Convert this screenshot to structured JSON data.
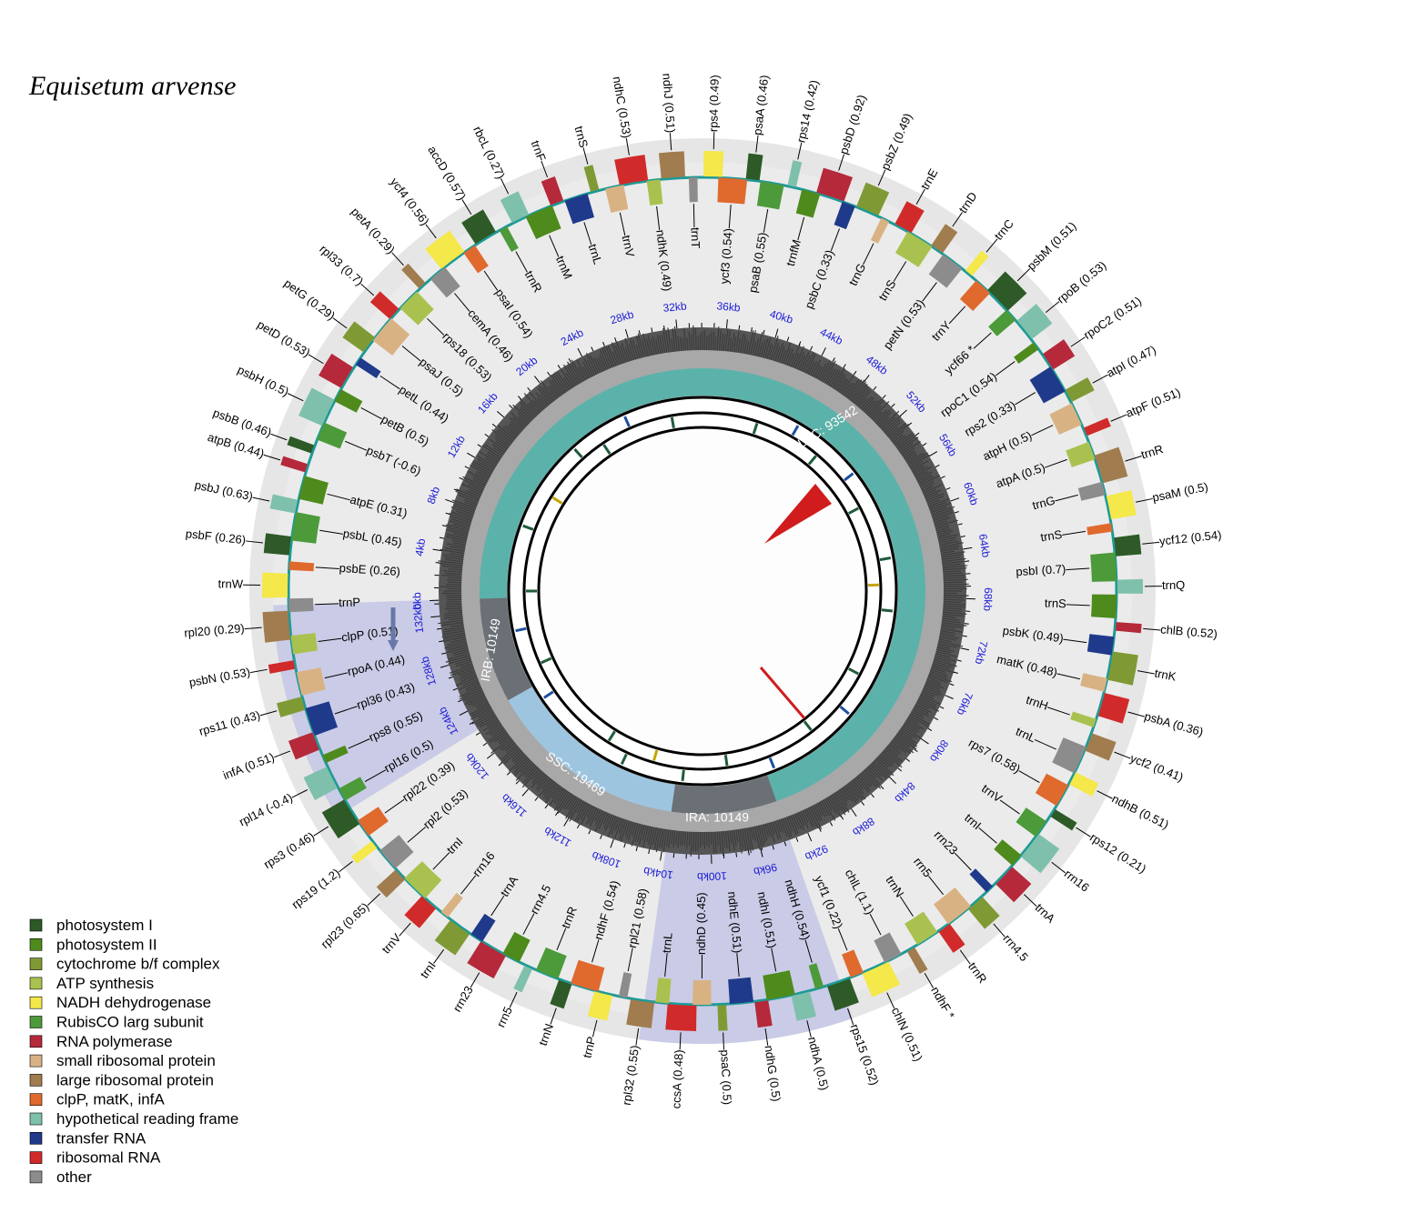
{
  "title": "Equisetum arvense",
  "regions": [
    {
      "label": "LSC: 93542"
    },
    {
      "label": "IRB: 10149"
    },
    {
      "label": "SSC: 19469"
    },
    {
      "label": "IRA: 10149"
    }
  ],
  "scale_ticks": [
    "4kb",
    "8kb",
    "12kb",
    "16kb",
    "20kb",
    "24kb",
    "28kb",
    "32kb",
    "36kb",
    "40kb",
    "44kb",
    "48kb",
    "52kb",
    "56kb",
    "60kb",
    "64kb",
    "68kb",
    "72kb",
    "76kb",
    "80kb",
    "84kb",
    "88kb",
    "92kb",
    "96kb",
    "100kb",
    "104kb",
    "108kb",
    "112kb",
    "116kb",
    "120kb",
    "124kb",
    "128kb",
    "132kb",
    "0kb"
  ],
  "gene_labels": [
    "psbB (0.46)",
    "psbT (-0.6)",
    "psbH (0.5)",
    "petB (0.5)",
    "petD (0.53)",
    "petL (0.44)",
    "petG (0.29)",
    "psaJ (0.5)",
    "rpl33 (0.7)",
    "rps18 (0.53)",
    "petA (0.29)",
    "cemA (0.46)",
    "ycf4 (0.56)",
    "psaI (0.54)",
    "accD (0.57)",
    "trnR",
    "rbcL (0.27)",
    "trnM",
    "trnF",
    "trnL",
    "trnS",
    "trnV",
    "ndhC (0.53)",
    "ndhK (0.49)",
    "ndhJ (0.51)",
    "trnT",
    "rps4 (0.49)",
    "ycf3 (0.54)",
    "psaA (0.46)",
    "psaB (0.55)",
    "rps14 (0.42)",
    "trnfM",
    "psbD (0.92)",
    "psbC (0.33)",
    "psbZ (0.49)",
    "trnG",
    "trnE",
    "trnS",
    "trnD",
    "petN (0.53)",
    "trnC",
    "trnY",
    "psbM (0.51)",
    "ycf66 *",
    "rpoB (0.53)",
    "rpoC1 (0.54)",
    "rpoC2 (0.51)",
    "rps2 (0.33)",
    "atpI (0.47)",
    "atpH (0.5)",
    "atpF (0.51)",
    "atpA (0.5)",
    "trnR",
    "trnG",
    "psaM (0.5)",
    "trnS",
    "ycf12 (0.54)",
    "psbI (0.7)",
    "trnQ",
    "trnS",
    "chlB (0.52)",
    "psbK (0.49)",
    "trnK",
    "matK (0.48)",
    "psbA (0.36)",
    "trnH",
    "ycf2 (0.41)",
    "trnL",
    "ndhB (0.51)",
    "rps7 (0.58)",
    "rps12 (0.21)",
    "trnV",
    "rrn16",
    "trnI",
    "trnA",
    "rrn23",
    "rrn4.5",
    "rrn5",
    "trnR",
    "trnN",
    "ndhF *",
    "chlL (1.1)",
    "chlN (0.51)",
    "ycf1 (0.22)",
    "rps15 (0.52)",
    "ndhH (0.54)",
    "ndhA (0.5)",
    "ndhI (0.51)",
    "ndhG (0.5)",
    "ndhE (0.51)",
    "psaC (0.5)",
    "ndhD (0.45)",
    "ccsA (0.48)",
    "trnL",
    "rpl32 (0.55)",
    "rpl21 (0.58)",
    "trnP",
    "ndhF (0.54)",
    "trnN",
    "trnR",
    "rrn5",
    "rrn4.5",
    "rrn23",
    "trnA",
    "trnI",
    "rrn16",
    "trnV",
    "trnI",
    "rpl23 (0.65)",
    "rpl2 (0.53)",
    "rps19 (1.2)",
    "rpl22 (0.39)",
    "rps3 (0.46)",
    "rpl16 (0.5)",
    "rpl14 (-0.4)",
    "rps8 (0.55)",
    "infA (0.51)",
    "rpl36 (0.43)",
    "rps11 (0.43)",
    "rpoA (0.44)",
    "psbN (0.53)",
    "clpP (0.51)",
    "rpl20 (0.29)",
    "trnP",
    "trnW",
    "psbE (0.26)",
    "psbF (0.26)",
    "psbL (0.45)",
    "psbJ (0.63)",
    "atpE (0.31)",
    "atpB (0.44)"
  ],
  "legend": [
    {
      "label": "photosystem I",
      "color": "#2d5a27"
    },
    {
      "label": "photosystem II",
      "color": "#4e8a1c"
    },
    {
      "label": "cytochrome b/f complex",
      "color": "#7f9a35"
    },
    {
      "label": "ATP synthesis",
      "color": "#a9c24f"
    },
    {
      "label": "NADH dehydrogenase",
      "color": "#f4e84a"
    },
    {
      "label": "RubisCO larg subunit",
      "color": "#4c9a3a"
    },
    {
      "label": "RNA polymerase",
      "color": "#b5293a"
    },
    {
      "label": "small ribosomal protein",
      "color": "#d9b284"
    },
    {
      "label": "large ribosomal protein",
      "color": "#a07c4e"
    },
    {
      "label": "clpP, matK, infA",
      "color": "#e0692e"
    },
    {
      "label": "hypothetical reading frame",
      "color": "#7ec0ac"
    },
    {
      "label": "transfer RNA",
      "color": "#1f3a8a"
    },
    {
      "label": "ribosomal RNA",
      "color": "#d12a2a"
    },
    {
      "label": "other",
      "color": "#8c8c8c"
    }
  ]
}
